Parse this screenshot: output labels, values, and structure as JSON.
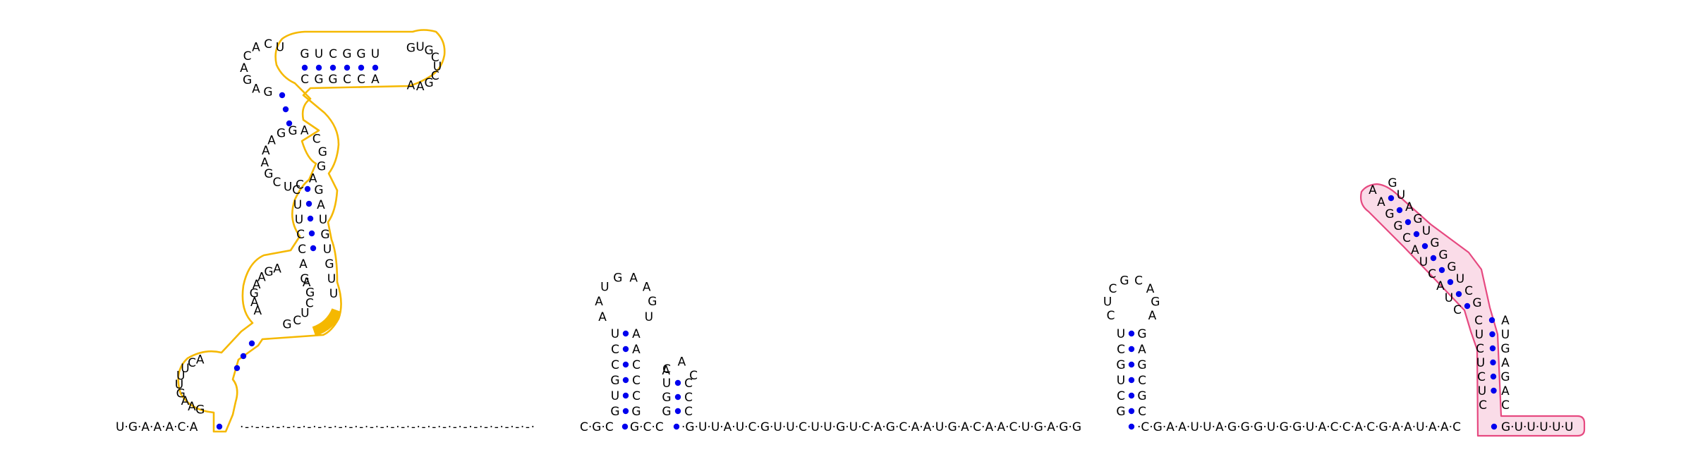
{
  "sequence_text": "UGAAACAUGA.........................CGCGCCGUUAUCGUUCUUGUCAGCAAUGACAACUGAGGCGAAUUAGGGUGGUACCACGAAUAACGUUUUU",
  "colors": {
    "pair_dot": "#0000ee",
    "highlight_yellow": "#f5b800",
    "highlight_pink_stroke": "#e64980",
    "highlight_pink_fill": "#fadce8"
  },
  "baseline": {
    "left": "U·G·A·A·A·C·A",
    "gap": "·-·-·-·-·-·-·-·-·-·-·-·-·-·-·-·-·-·-·-·-·-·-·-·-·-·-·-·-·",
    "mid": "·G·U·U·A·U·C·G·U·U·C·U·U·G·U·C·A·G·C·A·A·U·G·A·C·A·A·C·U·G·A·G·G",
    "right": "·C·G·A·A·U·U·A·G·G·G·U·G·G·U·A·C·C·A·C·G·A·A·U·A·A·C",
    "tail": "G·U·U·U·U·U"
  },
  "hairpin_center": {
    "left_strand": [
      "G",
      "U",
      "G",
      "C",
      "C",
      "U"
    ],
    "right_strand": [
      "G",
      "C",
      "C",
      "C",
      "A",
      "A"
    ],
    "loop": [
      "A",
      "A",
      "U",
      "G",
      "A",
      "A",
      "G",
      "U"
    ]
  },
  "hairpin_small": {
    "left_strand": [
      "G",
      "G",
      "U",
      "C"
    ],
    "right_strand": [
      "C",
      "C",
      "C"
    ],
    "loop": [
      "A",
      "A",
      "C"
    ]
  },
  "hairpin_right": {
    "left_strand": [
      "G",
      "C",
      "U",
      "G",
      "C",
      "U"
    ],
    "right_strand": [
      "C",
      "G",
      "C",
      "G",
      "A",
      "G"
    ],
    "loop": [
      "C",
      "U",
      "C",
      "G",
      "C",
      "A",
      "G",
      "A"
    ]
  },
  "yellow_structure": {
    "top_stem_top": [
      "G",
      "U",
      "C",
      "G",
      "G",
      "U"
    ],
    "top_stem_bottom": [
      "C",
      "G",
      "G",
      "C",
      "C",
      "A"
    ],
    "top_hairpin_loop": [
      "G",
      "U",
      "G",
      "C",
      "U",
      "C",
      "G",
      "A",
      "A"
    ],
    "top_left_loop": [
      "G",
      "A",
      "G",
      "A",
      "C",
      "A",
      "C",
      "U"
    ],
    "mid_left": [
      "U",
      "C",
      "G",
      "A",
      "A",
      "A",
      "G",
      "G"
    ],
    "mid_right": [
      "A",
      "C",
      "G",
      "G",
      "A",
      "C"
    ],
    "lower_left": [
      "C",
      "U",
      "U",
      "C",
      "C",
      "A",
      "G"
    ],
    "lower_right": [
      "G",
      "A",
      "U",
      "G",
      "U",
      "G",
      "U",
      "U"
    ],
    "bottom_left": [
      "A",
      "A",
      "G",
      "A",
      "A",
      "G",
      "A"
    ],
    "bottom_right": [
      "A",
      "G",
      "C",
      "U",
      "C",
      "G"
    ],
    "base_loop": [
      "G",
      "A",
      "A",
      "G",
      "U",
      "U",
      "U",
      "C",
      "A"
    ]
  },
  "pink_structure": {
    "outer": [
      "A",
      "A",
      "G",
      "G",
      "C",
      "A",
      "U",
      "C",
      "A",
      "U",
      "C",
      "C",
      "U",
      "C",
      "U",
      "C",
      "U",
      "C"
    ],
    "inner": [
      "G",
      "U",
      "A",
      "G",
      "U",
      "G",
      "G",
      "G",
      "U",
      "C",
      "G",
      "A",
      "U",
      "G",
      "A",
      "G",
      "A",
      "C"
    ]
  }
}
